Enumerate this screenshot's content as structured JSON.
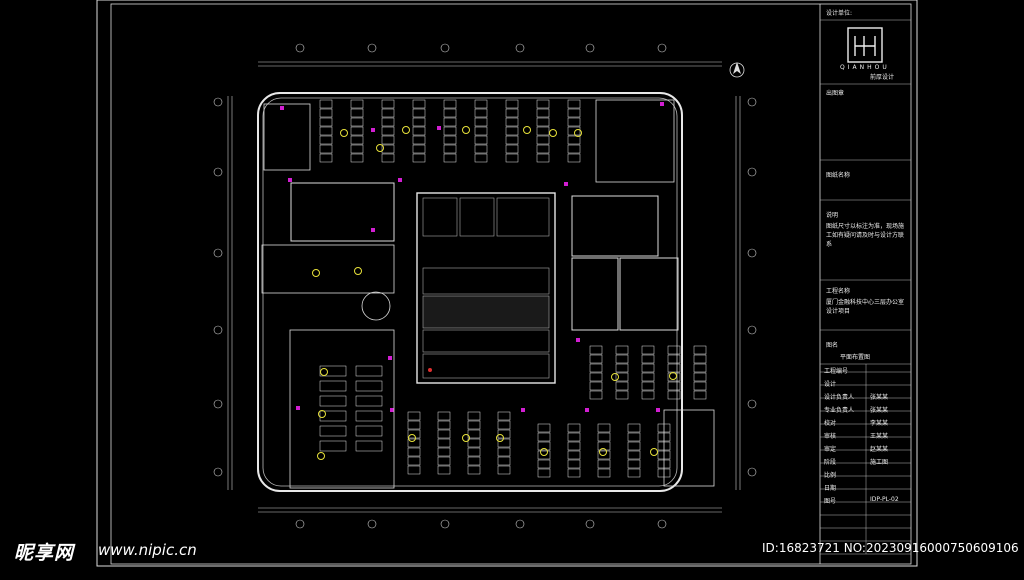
{
  "title_block": {
    "brand_header": "设计单位:",
    "brand_sub": "QIANHOU",
    "brand_cn": "前厚设计",
    "project_no_label": "出图章",
    "drawing_title_label": "图纸名称",
    "notes_label": "说明",
    "notes_text": "图纸尺寸以标注为准，现场施工如有疑问请及时与设计方联系",
    "project_label": "工程名称",
    "project_name": "厦门金融科技中心三层办公室设计项目",
    "drawing_label": "图名",
    "drawing_name": "平面布置图",
    "rows": [
      {
        "label": "工程编号",
        "value": ""
      },
      {
        "label": "设计",
        "value": ""
      },
      {
        "label": "设计负责人",
        "value": "张某某"
      },
      {
        "label": "专业负责人",
        "value": "张某某"
      },
      {
        "label": "校对",
        "value": "李某某"
      },
      {
        "label": "审核",
        "value": "王某某"
      },
      {
        "label": "审定",
        "value": "赵某某"
      },
      {
        "label": "阶段",
        "value": "施工图"
      },
      {
        "label": "比例",
        "value": ""
      },
      {
        "label": "日期",
        "value": ""
      },
      {
        "label": "图号",
        "value": "IDP-PL-02"
      }
    ]
  },
  "watermark": {
    "logo_text": "昵享网",
    "url": "www.nipic.cn",
    "id_text": "ID:16823721 NO:20230916000750609106"
  },
  "colors": {
    "line": "#e8e8e8",
    "accent_yellow": "#e8e23a",
    "accent_magenta": "#d21ed2",
    "accent_red": "#e03030"
  }
}
